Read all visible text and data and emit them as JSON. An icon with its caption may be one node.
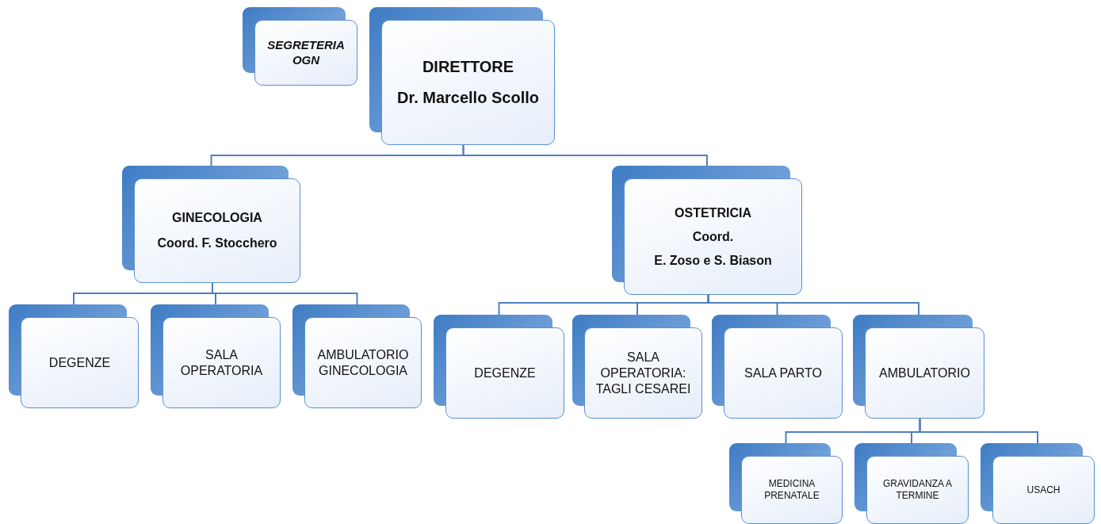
{
  "diagram": {
    "nodes": [
      {
        "text": [
          "SEGRETERIA OGN"
        ]
      },
      {
        "text": [
          "DIRETTORE",
          "Dr. Marcello Scollo"
        ]
      },
      {
        "text": [
          "GINECOLOGIA",
          "Coord. F. Stocchero"
        ]
      },
      {
        "text": [
          "OSTETRICIA",
          "Coord.",
          "E. Zoso e S. Biason"
        ]
      },
      {
        "text": [
          "DEGENZE"
        ]
      },
      {
        "text": [
          "SALA OPERATORIA"
        ]
      },
      {
        "text": [
          "AMBULATORIO GINECOLOGIA"
        ]
      },
      {
        "text": [
          "DEGENZE"
        ]
      },
      {
        "text": [
          "SALA OPERATORIA: TAGLI CESAREI"
        ]
      },
      {
        "text": [
          "SALA PARTO"
        ]
      },
      {
        "text": [
          "AMBULATORIO"
        ]
      },
      {
        "text": [
          "MEDICINA PRENATALE"
        ]
      },
      {
        "text": [
          "GRAVIDANZA A TERMINE"
        ]
      },
      {
        "text": [
          "USACH"
        ]
      }
    ],
    "edges": [
      {
        "from": 1,
        "to": 2,
        "arrow": "none"
      },
      {
        "from": 1,
        "to": 3,
        "arrow": "none"
      },
      {
        "from": 2,
        "to": 4,
        "arrow": "none"
      },
      {
        "from": 2,
        "to": 5,
        "arrow": "none"
      },
      {
        "from": 2,
        "to": 6,
        "arrow": "none"
      },
      {
        "from": 3,
        "to": 7,
        "arrow": "none"
      },
      {
        "from": 3,
        "to": 8,
        "arrow": "none"
      },
      {
        "from": 3,
        "to": 9,
        "arrow": "none"
      },
      {
        "from": 3,
        "to": 10,
        "arrow": "none"
      },
      {
        "from": 10,
        "to": 11,
        "arrow": "none"
      },
      {
        "from": 10,
        "to": 12,
        "arrow": "none"
      },
      {
        "from": 10,
        "to": 13,
        "arrow": "none"
      }
    ]
  }
}
